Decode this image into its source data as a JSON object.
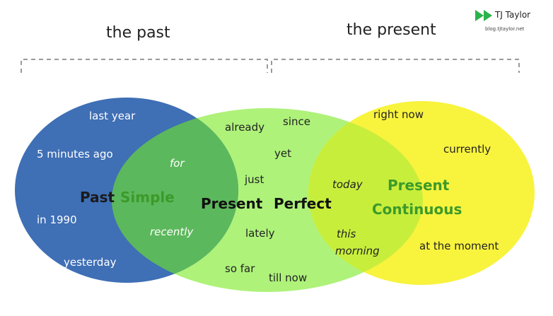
{
  "headers": {
    "past": "the past",
    "present": "the present"
  },
  "logo": {
    "name": "TJ Taylor",
    "url": "blog.tjtaylor.net"
  },
  "past_simple": {
    "title_a": "Past",
    "title_b": "Simple",
    "words": [
      "last year",
      "5 minutes ago",
      "in 1990",
      "yesterday"
    ]
  },
  "overlap_past_perfect": [
    "for",
    "recently"
  ],
  "present_perfect": {
    "title_a": "Present",
    "title_b": "Perfect",
    "words": [
      "already",
      "since",
      "yet",
      "just",
      "lately",
      "so far",
      "till now"
    ]
  },
  "overlap_perfect_continuous": {
    "today": "today",
    "this_line1": "this",
    "this_line2": "morning"
  },
  "present_continuous": {
    "title_a": "Present",
    "title_b": "Continuous",
    "words": [
      "right now",
      "currently",
      "at the moment"
    ]
  },
  "colors": {
    "past_circle": "#3f6fb5",
    "perfect_circle": "#aef27a",
    "continuous_circle": "#f7f22e",
    "overlap_green": "#5cb85c",
    "title_green": "#3c9a2a",
    "bracket": "#9a9a9a",
    "logo_arrow": "#2bb24c"
  }
}
